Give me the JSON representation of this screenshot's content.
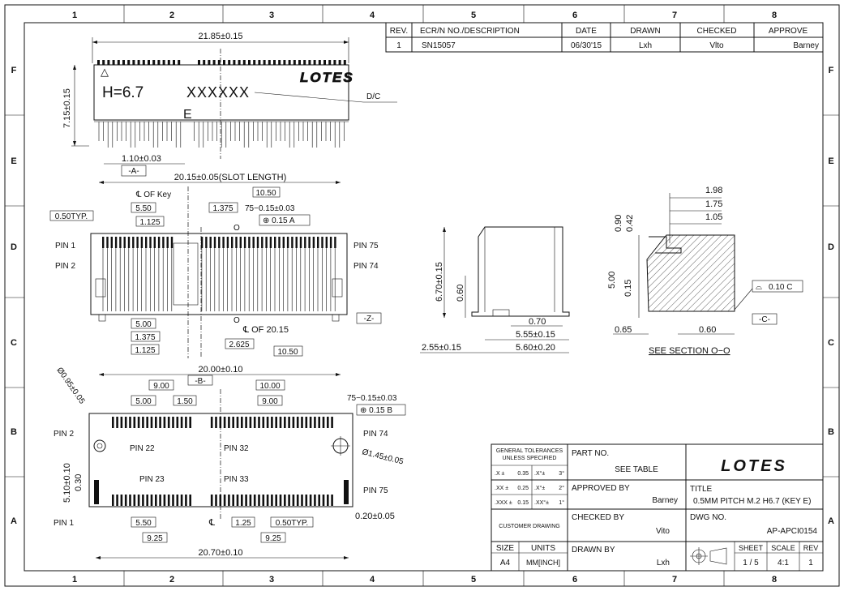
{
  "border": {
    "columns": [
      "1",
      "2",
      "3",
      "4",
      "5",
      "6",
      "7",
      "8"
    ],
    "rows": [
      "F",
      "E",
      "D",
      "C",
      "B",
      "A"
    ]
  },
  "revision": {
    "headers": [
      "REV.",
      "ECR/N NO./DESCRIPTION",
      "DATE",
      "DRAWN",
      "CHECKED",
      "APPROVE"
    ],
    "row": [
      "1",
      "SN15057",
      "06/30'15",
      "Lxh",
      "Vlto",
      "Barney"
    ]
  },
  "top_view": {
    "brand": "LOTES",
    "height_mark": "H=6.7",
    "datecode": "XXXXXX",
    "key": "E",
    "dc_label": "D/C",
    "dims": {
      "width": "21.85±0.15",
      "height": "7.15±0.15",
      "offset": "1.10±0.03",
      "datum": "-A-"
    }
  },
  "front_view": {
    "slot": "20.15±0.05(SLOT LENGTH)",
    "key_center": "℄ OF Key",
    "pitch": "0.50TYP.",
    "d550": "5.50",
    "d1125": "1.125",
    "d1375": "1.375",
    "d1050": "10.50",
    "span": "75−0.15±0.03",
    "tol": "⊕ 0.15 A",
    "o_label": "O",
    "center": "℄ OF 20.15",
    "b500": "5.00",
    "b1375": "1.375",
    "b1125": "1.125",
    "b2625": "2.625",
    "b1050": "10.50",
    "datum_z": "-Z-",
    "pins": [
      "PIN 1",
      "PIN 2",
      "PIN 75",
      "PIN 74"
    ]
  },
  "side_view": {
    "h": "6.70±0.15",
    "h2": "0.60",
    "w070": "0.70",
    "w555": "5.55±0.15",
    "w560": "5.60±0.20",
    "w255": "2.55±0.15"
  },
  "section": {
    "d198": "1.98",
    "d175": "1.75",
    "d105": "1.05",
    "d090": "0.90",
    "d042": "0.42",
    "d500": "5.00",
    "d015": "0.15",
    "d065": "0.65",
    "d060": "0.60",
    "flat": "0.10 C",
    "datum_c": "-C-",
    "caption": "SEE  SECTION  O−O"
  },
  "footprint": {
    "overall": "20.00±0.10",
    "datum_b": "-B-",
    "d900": "9.00",
    "d1000": "10.00",
    "d500": "5.00",
    "d150": "1.50",
    "d900b": "9.00",
    "span": "75−0.15±0.03",
    "tol": "⊕ 0.15 B",
    "hole1": "Ø0.95±0.05",
    "hole2": "Ø1.45±0.05",
    "height": "5.10±0.10",
    "d030": "0.30",
    "pad": "0.20±0.05",
    "b550": "5.50",
    "b125": "1.25",
    "bpitch": "0.50TYP.",
    "b925a": "9.25",
    "b925b": "9.25",
    "total": "20.70±0.10",
    "pins": [
      "PIN 2",
      "PIN 22",
      "PIN 32",
      "PIN 74",
      "PIN 23",
      "PIN 33",
      "PIN 75",
      "PIN 1"
    ]
  },
  "title_block": {
    "tol_head": "GENERAL TOLERANCES",
    "tol_head2": "UNLESS  SPECIFIED",
    "tol": [
      [
        ".X ±",
        "0.35",
        ".X°±",
        "3°"
      ],
      [
        ".XX ±",
        "0.25",
        ".X°±",
        "2°"
      ],
      [
        ".XXX ±",
        "0.15",
        ".XX°±",
        "1°"
      ]
    ],
    "customer": "CUSTOMER DRAWING",
    "size_label": "SIZE",
    "size": "A4",
    "units_label": "UNITS",
    "units": "MM[INCH]",
    "part_label": "PART NO.",
    "part": "SEE TABLE",
    "approved_label": "APPROVED BY",
    "approved": "Barney",
    "checked_label": "CHECKED BY",
    "checked": "Vito",
    "drawn_label": "DRAWN BY",
    "drawn": "Lxh",
    "brand": "LOTES",
    "title_label": "TITLE",
    "title": "0.5MM PITCH M.2 H6.7 (KEY E)",
    "dwg_label": "DWG NO.",
    "dwg": "AP-APCI0154",
    "sheet_label": "SHEET",
    "sheet": "1 / 5",
    "scale_label": "SCALE",
    "scale": "4:1",
    "rev_label": "REV",
    "rev": "1"
  }
}
